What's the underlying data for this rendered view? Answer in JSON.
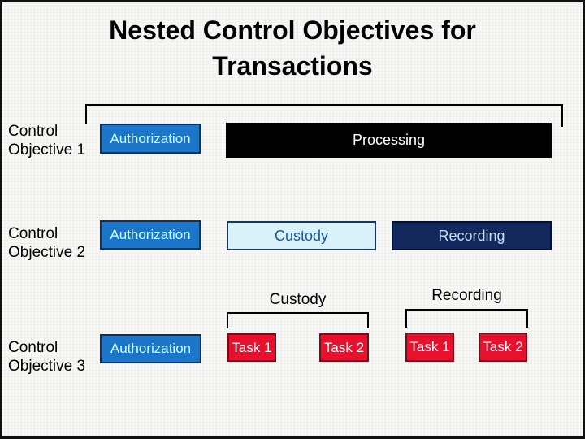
{
  "title": {
    "line1": "Nested Control Objectives for",
    "line2": "Transactions"
  },
  "rows": [
    {
      "label": {
        "line1": "Control",
        "line2": "Objective 1"
      },
      "boxes": [
        {
          "label": "Authorization"
        },
        {
          "label": "Processing"
        }
      ]
    },
    {
      "label": {
        "line1": "Control",
        "line2": "Objective 2"
      },
      "boxes": [
        {
          "label": "Authorization"
        },
        {
          "label": "Custody"
        },
        {
          "label": "Recording"
        }
      ]
    },
    {
      "label": {
        "line1": "Control",
        "line2": "Objective 3"
      },
      "group_labels": {
        "custody": "Custody",
        "recording": "Recording"
      },
      "boxes": [
        {
          "label": "Authorization"
        },
        {
          "label": "Task 1"
        },
        {
          "label": "Task 2"
        },
        {
          "label": "Task 1"
        },
        {
          "label": "Task 2"
        }
      ]
    }
  ],
  "colors": {
    "authorization_fill": "#1B75C8",
    "authorization_border": "#102E5C",
    "authorization_text": "#CCFFFF",
    "processing_fill": "#000000",
    "processing_text": "#FFFFFF",
    "custody_fill": "#D9F1F8",
    "custody_border": "#17375E",
    "custody_text": "#17569E",
    "recording_fill": "#13285C",
    "recording_text": "#C6DEF2",
    "task_fill": "#E8112D",
    "task_border": "#7A0C1A",
    "task_text": "#FFFFFF",
    "bracket_line": "#000000",
    "slide_background": "#F7F7F6"
  }
}
